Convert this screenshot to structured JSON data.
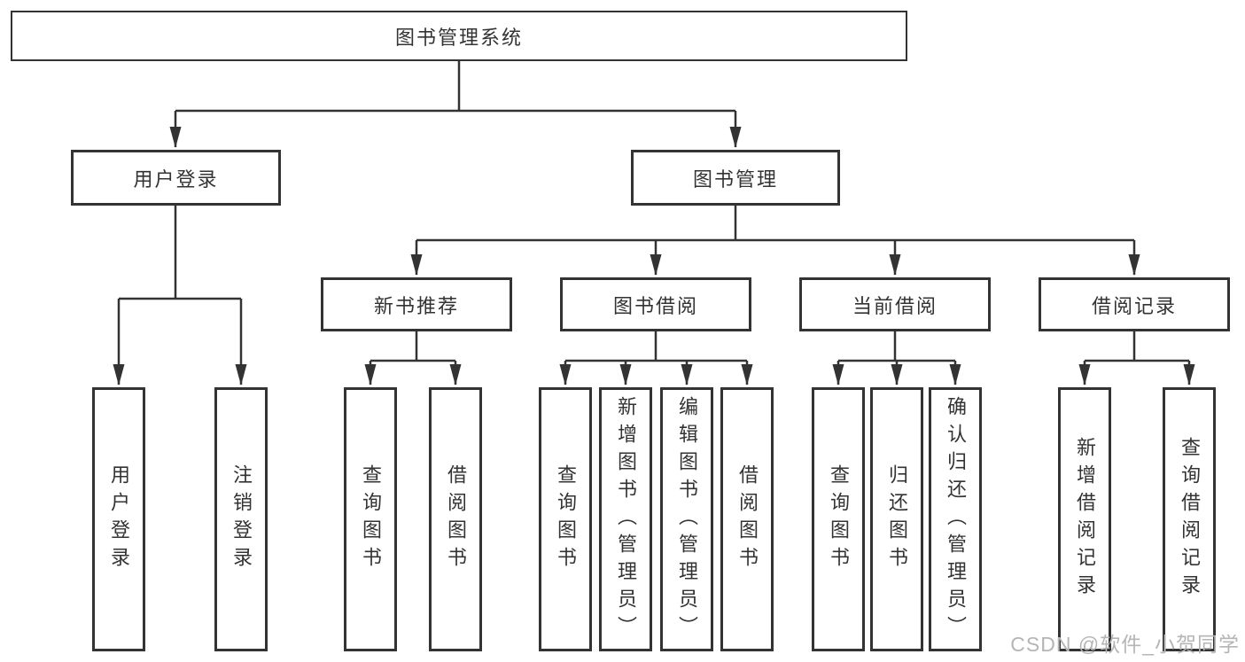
{
  "tree": {
    "root": {
      "label": "图书管理系统"
    },
    "level1": [
      {
        "label": "用户登录",
        "leaves": [
          {
            "label": "用户登录"
          },
          {
            "label": "注销登录"
          }
        ]
      },
      {
        "label": "图书管理",
        "groups": [
          {
            "label": "新书推荐",
            "leaves": [
              {
                "label": "查询图书"
              },
              {
                "label": "借阅图书"
              }
            ]
          },
          {
            "label": "图书借阅",
            "leaves": [
              {
                "label": "查询图书"
              },
              {
                "label": "新增图书（管理员）"
              },
              {
                "label": "编辑图书（管理员）"
              },
              {
                "label": "借阅图书"
              }
            ]
          },
          {
            "label": "当前借阅",
            "leaves": [
              {
                "label": "查询图书"
              },
              {
                "label": "归还图书"
              },
              {
                "label": "确认归还（管理员）"
              }
            ]
          },
          {
            "label": "借阅记录",
            "leaves": [
              {
                "label": "新增借阅记录"
              },
              {
                "label": "查询借阅记录"
              }
            ]
          }
        ]
      }
    ]
  },
  "watermark": {
    "label": "CSDN @软件_小贺同学"
  },
  "colors": {
    "line": "#333333",
    "text": "#333333",
    "box_background": "#ffffff",
    "watermark": "#b5b5b5"
  }
}
